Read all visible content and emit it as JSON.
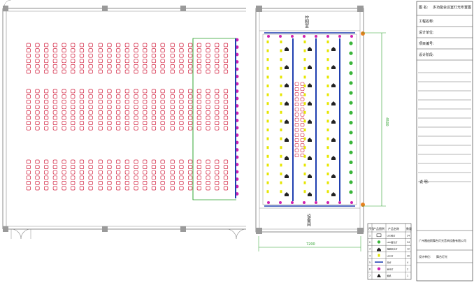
{
  "drawing": {
    "rooms": {
      "top_room_label": "控制室",
      "bottom_room_label": "设备间"
    },
    "dimensions": {
      "vertical_dim": "4500",
      "horizontal_dim": "7200"
    },
    "colors": {
      "wall": "#8c8c8c",
      "seat": "#d21e3c",
      "stage_green": "#2aa02a",
      "light_bar_blue": "#1f3fb0",
      "fixture_yellow": "#e6e600",
      "fixture_green": "#3ab53a",
      "par_dark": "#222222",
      "magenta_lamp": "#d020b0",
      "dim_green": "#2aa02a",
      "title_line": "#444444"
    }
  },
  "title_block": {
    "header_label": "图  名:",
    "header_value": "多功能会议室灯光布置图",
    "fields": [
      {
        "label": "工程名称:"
      },
      {
        "label": "设计单位:"
      },
      {
        "label": "项目编号:"
      },
      {
        "label": "设计阶段:"
      }
    ],
    "note_label": "说  明:",
    "company": "广州雅迪斯舞台灯光音响设备有限公司",
    "designer_label": "设计单位:",
    "designer_value": "舞台灯光"
  },
  "legend": {
    "header_num": "序号",
    "header_name": "产品图例",
    "header_model": "产品名称",
    "header_qty": "数量",
    "rows": [
      {
        "num": "1",
        "symbol": "box",
        "name": "LED帕灯",
        "qty": "24"
      },
      {
        "num": "2",
        "symbol": "green",
        "name": "LED面光灯",
        "qty": "24"
      },
      {
        "num": "3",
        "symbol": "dark",
        "name": "电脑摇头灯",
        "qty": "12"
      },
      {
        "num": "4",
        "symbol": "yellow",
        "name": "LED灯",
        "qty": "30"
      },
      {
        "num": "5",
        "symbol": "bar",
        "name": "吊杆",
        "qty": "4"
      },
      {
        "num": "6",
        "symbol": "magenta",
        "name": "追光灯",
        "qty": "2"
      },
      {
        "num": "7",
        "symbol": "cone",
        "name": "烟机",
        "qty": "1"
      }
    ]
  }
}
